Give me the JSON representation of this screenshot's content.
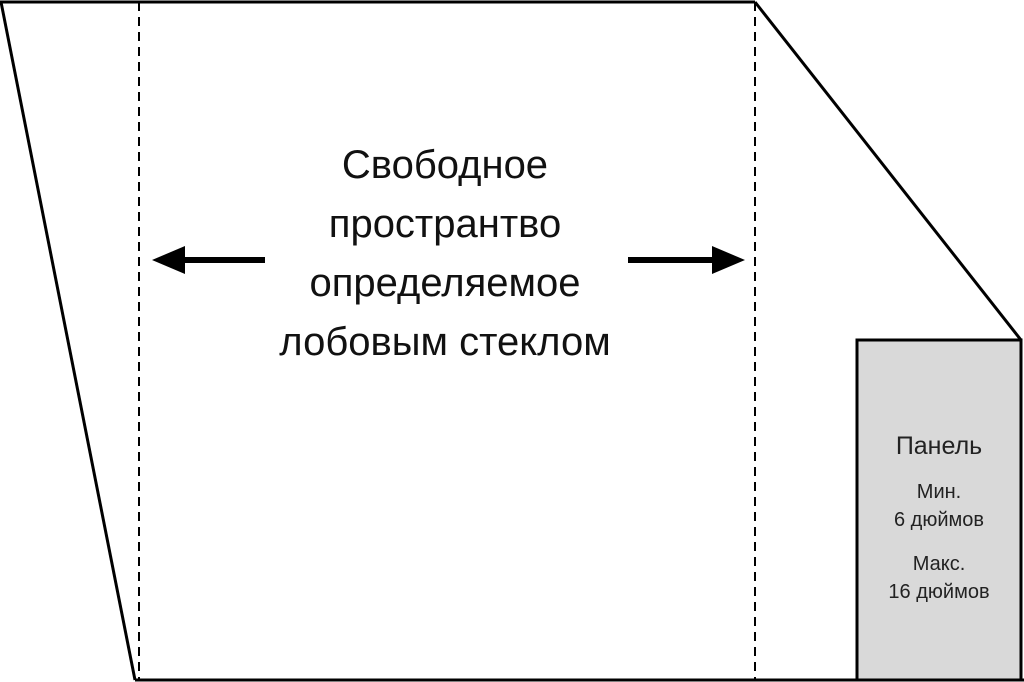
{
  "main_label": {
    "lines": [
      "Свободное",
      "пространтво",
      "определяемое",
      "лобовым стеклом"
    ]
  },
  "panel": {
    "title": "Панель",
    "min_label": "Мин.",
    "min_value": "6 дюймов",
    "max_label": "Макс.",
    "max_value": "16 дюймов",
    "fill_color": "#d9d9d9"
  }
}
